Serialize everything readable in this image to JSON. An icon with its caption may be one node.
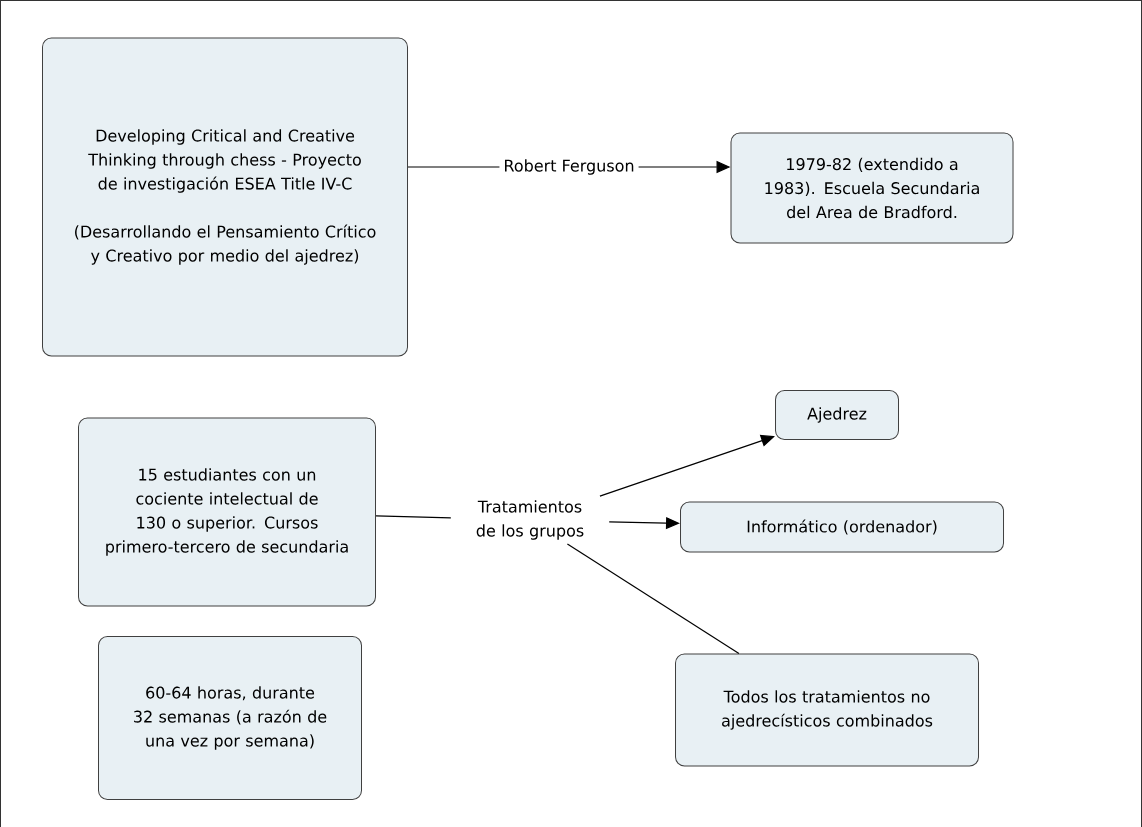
{
  "diagram": {
    "nodes": [
      {
        "text": [
          "Developing Critical and Creative Thinking through chess - Proyecto de investigación ESEA Title IV-C",
          "(Desarrollando el Pensamiento Crítico y Creativo por medio del ajedrez)"
        ]
      },
      {
        "text": [
          "1979-82 (extendido a 1983). Escuela Secundaria del Area de Bradford."
        ]
      },
      {
        "text": [
          "15 estudiantes con un cociente intelectual de 130 o superior. Cursos primero-tercero de secundaria"
        ]
      },
      {
        "text": [
          "Tratamientos de los grupos"
        ]
      },
      {
        "text": [
          "Ajedrez"
        ]
      },
      {
        "text": [
          "Informático (ordenador)"
        ]
      },
      {
        "text": [
          "Todos los tratamientos no ajedrecísticos combinados"
        ]
      },
      {
        "text": [
          "60-64 horas, durante 32 semanas (a razón de una vez por semana)"
        ]
      }
    ],
    "edges": [
      {
        "from": 0,
        "to": 1,
        "arrow": "to",
        "label": "Robert Ferguson"
      },
      {
        "from": 2,
        "to": 3,
        "arrow": "none"
      },
      {
        "from": 3,
        "to": 4,
        "arrow": "to"
      },
      {
        "from": 3,
        "to": 5,
        "arrow": "to"
      },
      {
        "from": 3,
        "to": 6,
        "arrow": "none"
      }
    ]
  }
}
